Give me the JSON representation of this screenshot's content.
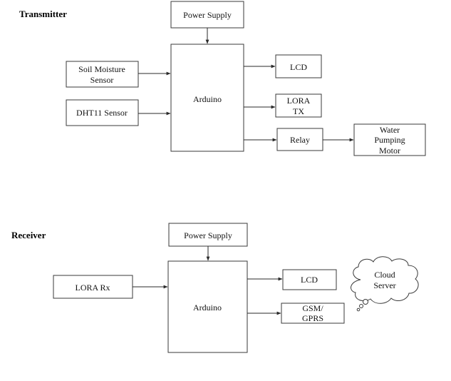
{
  "transmitter": {
    "heading": "Transmitter",
    "power_supply": "Power Supply",
    "soil_sensor": [
      "Soil Moisture",
      "Sensor"
    ],
    "dht_sensor": "DHT11 Sensor",
    "controller": "Arduino",
    "lcd": "LCD",
    "lora_tx": [
      "LORA",
      "TX"
    ],
    "relay": "Relay",
    "pump": [
      "Water",
      "Pumping",
      "Motor"
    ]
  },
  "receiver": {
    "heading": "Receiver",
    "power_supply": "Power Supply",
    "lora_rx": "LORA Rx",
    "controller": "Arduino",
    "lcd": "LCD",
    "gsm": [
      "GSM/",
      "GPRS"
    ],
    "cloud": [
      "Cloud",
      "Server"
    ]
  }
}
